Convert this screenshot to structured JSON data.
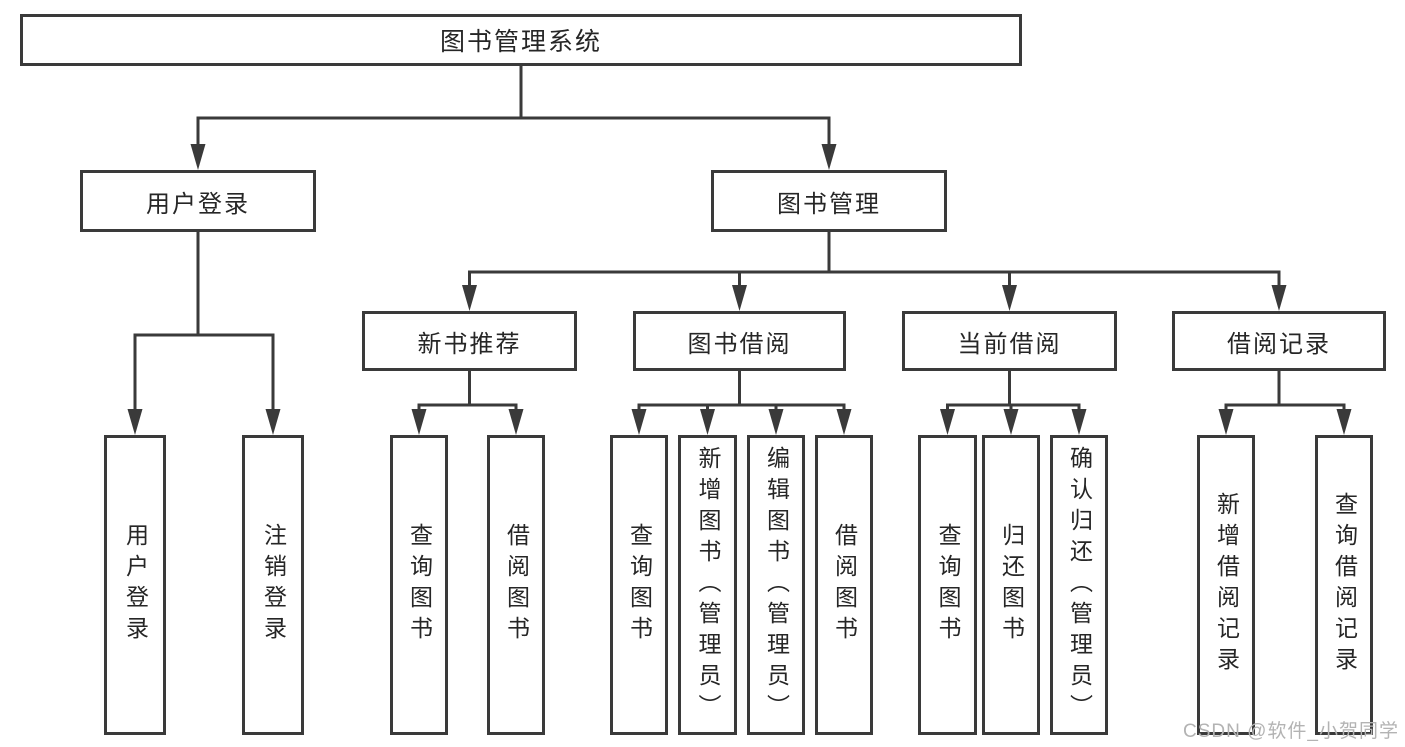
{
  "colors": {
    "line": "#3a3a3a",
    "box_border": "#3a3a3a",
    "text": "#262626",
    "watermark": "#b3b3b3",
    "background": "#ffffff"
  },
  "tree": {
    "label": "图书管理系统",
    "children": [
      {
        "label": "用户登录",
        "children": [
          {
            "label": "用户登录"
          },
          {
            "label": "注销登录"
          }
        ]
      },
      {
        "label": "图书管理",
        "children": [
          {
            "label": "新书推荐",
            "children": [
              {
                "label": "查询图书"
              },
              {
                "label": "借阅图书"
              }
            ]
          },
          {
            "label": "图书借阅",
            "children": [
              {
                "label": "查询图书"
              },
              {
                "label": "新增图书（管理员）"
              },
              {
                "label": "编辑图书（管理员）"
              },
              {
                "label": "借阅图书"
              }
            ]
          },
          {
            "label": "当前借阅",
            "children": [
              {
                "label": "查询图书"
              },
              {
                "label": "归还图书"
              },
              {
                "label": "确认归还（管理员）"
              }
            ]
          },
          {
            "label": "借阅记录",
            "children": [
              {
                "label": "新增借阅记录"
              },
              {
                "label": "查询借阅记录"
              }
            ]
          }
        ]
      }
    ]
  },
  "watermark": "CSDN @软件_小贺同学"
}
